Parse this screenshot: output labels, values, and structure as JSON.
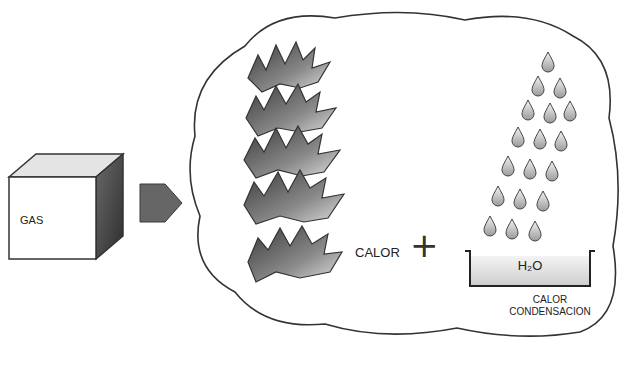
{
  "diagram": {
    "nodes": [
      {
        "text": [
          "GAS"
        ]
      },
      {
        "text": [
          "CALOR"
        ]
      },
      {
        "text": [
          "H₂O",
          "CALOR CONDENSACION"
        ],
        "in": 1
      }
    ],
    "edges": [
      {
        "from": 0,
        "to": 1,
        "arrow": "to"
      }
    ],
    "labels": [
      "+"
    ]
  }
}
